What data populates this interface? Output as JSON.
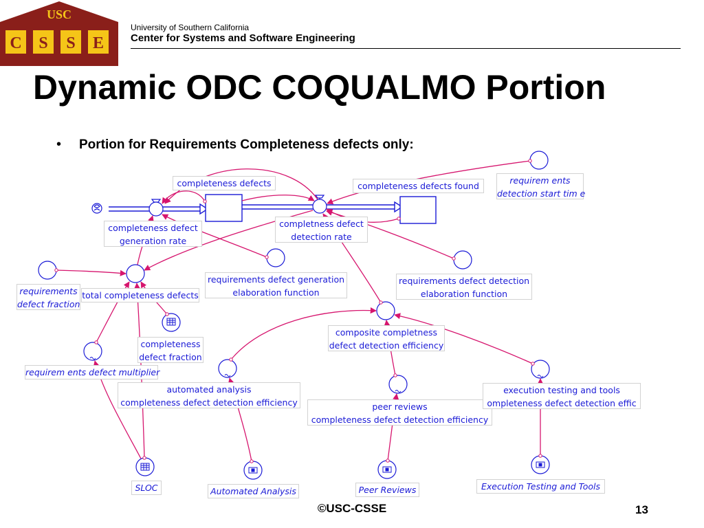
{
  "header": {
    "logo_top_text": "USC",
    "logo_letters": [
      "C",
      "S",
      "S",
      "E"
    ],
    "university": "University of Southern California",
    "center": "Center for Systems and Software Engineering"
  },
  "slide": {
    "title": "Dynamic ODC COQUALMO Portion",
    "bullet_symbol": "•",
    "bullet": "Portion for Requirements Completeness defects only:"
  },
  "diagram": {
    "stocks": {
      "completeness_defects": "completeness defects",
      "completeness_defects_found": "completeness defects found"
    },
    "rates": {
      "generation_rate_1": "completeness defect",
      "generation_rate_2": "generation rate",
      "detection_rate_1": "completness defect",
      "detection_rate_2": "detection rate"
    },
    "variables": {
      "req_detection_start_1": "requirem ents",
      "req_detection_start_2": "detection start tim e",
      "req_defect_fraction_1": "requirements",
      "req_defect_fraction_2": "defect fraction",
      "total_completeness_defects": "total completeness defects",
      "req_gen_elab_1": "requirements defect generation",
      "req_gen_elab_2": "elaboration function",
      "req_det_elab_1": "requirements defect detection",
      "req_det_elab_2": "elaboration function",
      "completeness_fraction_1": "completeness",
      "completeness_fraction_2": "defect fraction",
      "composite_eff_1": "composite completness",
      "composite_eff_2": "defect detection efficiency",
      "req_defect_multiplier": "requirem ents defect multiplier",
      "automated_eff_1": "automated analysis",
      "automated_eff_2": "completeness defect detection efficiency",
      "peer_eff_1": "peer reviews",
      "peer_eff_2": "completeness defect detection efficiency",
      "exec_eff_1": "execution testing and tools",
      "exec_eff_2": "ompleteness defect detection effic",
      "sloc": "SLOC",
      "automated_analysis": "Automated Analysis",
      "peer_reviews": "Peer Reviews",
      "execution_testing_tools": "Execution Testing and Tools"
    },
    "colors": {
      "links": "#d6156e",
      "nodes": "#1a1ad6",
      "labels": "#1a1ad6"
    }
  },
  "footer": {
    "copyright": "©USC-CSSE",
    "page_number": "13"
  }
}
